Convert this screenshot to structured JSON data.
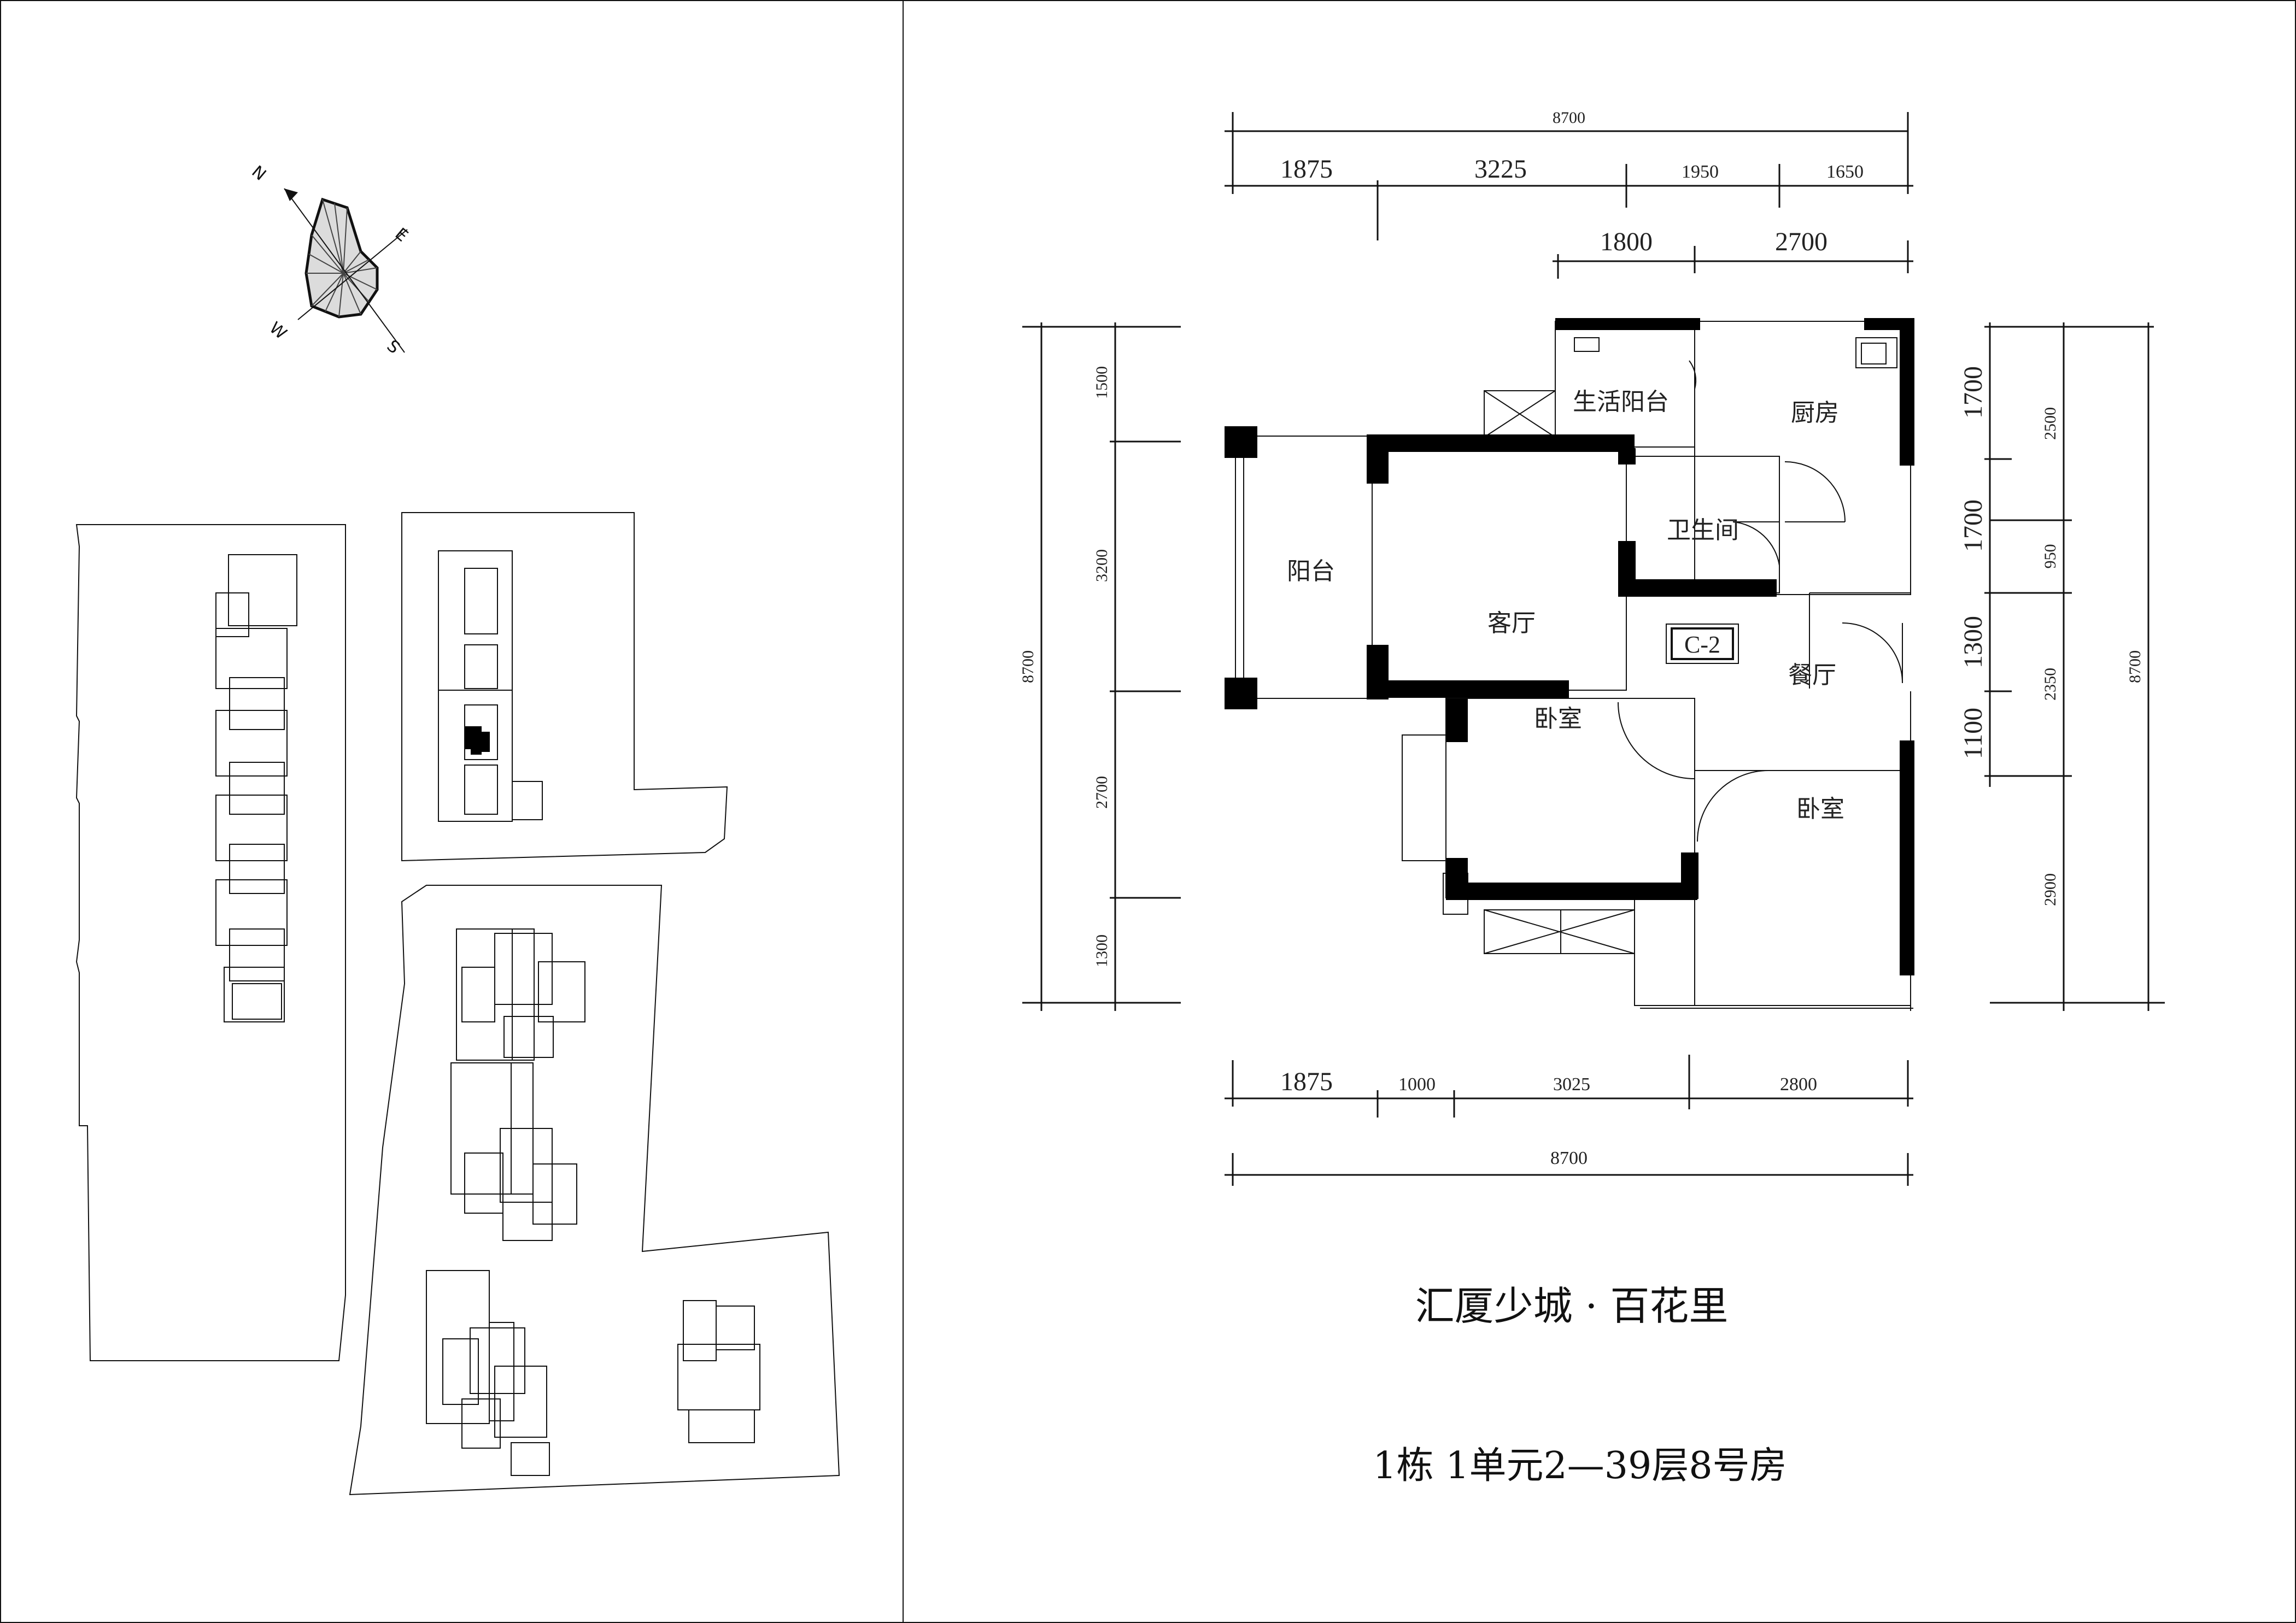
{
  "compass": {
    "n": "N",
    "e": "E",
    "s": "S",
    "w": "W"
  },
  "dimensions": {
    "top_total": "8700",
    "top_row1": [
      "1875",
      "3225",
      "1950",
      "1650"
    ],
    "top_row2": [
      "1800",
      "2700"
    ],
    "bottom_row": [
      "1875",
      "1000",
      "3025",
      "2800"
    ],
    "bottom_total": "8700",
    "left_row": [
      "1500",
      "3200",
      "2700",
      "1300"
    ],
    "left_total": "8700",
    "right_row1": [
      "1700",
      "1700",
      "1300",
      "1100"
    ],
    "right_row2": [
      "2500",
      "950",
      "2350",
      "2900"
    ],
    "right_total": "8700"
  },
  "rooms": {
    "utility_balcony": "生活阳台",
    "kitchen": "厨房",
    "bathroom": "卫生间",
    "balcony": "阳台",
    "living_room": "客厅",
    "dining_room": "餐厅",
    "bedroom_1": "卧室",
    "bedroom_2": "卧室",
    "unit_type": "C-2"
  },
  "project_name": "汇厦少城 · 百花里",
  "unit_info": "1栋  1单元2—39层8号房"
}
